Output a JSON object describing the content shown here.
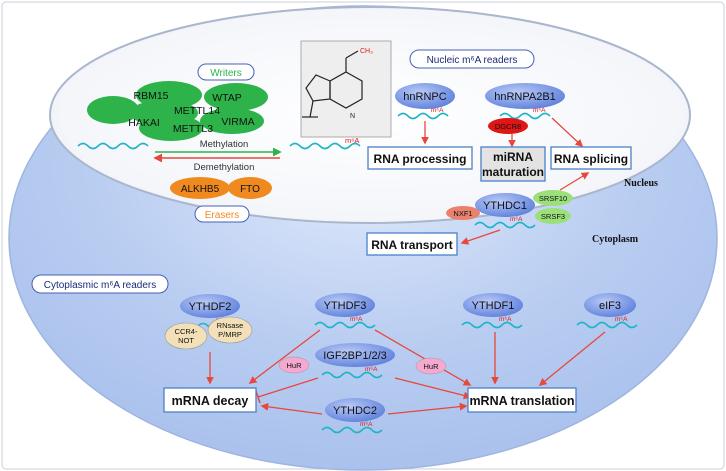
{
  "writers": {
    "title": "Writers",
    "proteins": [
      "RBM15",
      "WTAP",
      "METTL14",
      "HAKAI",
      "VIRMA",
      "METTL3"
    ]
  },
  "erasers": {
    "title": "Erasers",
    "proteins": [
      "ALKHB5",
      "FTO"
    ]
  },
  "reaction": {
    "methylation": "Methylation",
    "demethylation": "Demethylation",
    "mark": "m⁶A",
    "ch3": "CH₃"
  },
  "nucleus": {
    "label": "Nucleus",
    "readers_title": "Nucleic m⁶A readers",
    "readers": [
      "hnRNPC",
      "hnRNPA2B1",
      "YTHDC1"
    ],
    "partners": [
      "DGCR8",
      "SRSF10",
      "SRSF3",
      "NXF1"
    ],
    "outcomes": {
      "processing": "RNA processing",
      "mirna_line1": "miRNA",
      "mirna_line2": "maturation",
      "splicing": "RNA splicing",
      "transport": "RNA transport"
    }
  },
  "cytoplasm": {
    "label": "Cytoplasm",
    "readers_title": "Cytoplasmic m⁶A readers",
    "readers": [
      "YTHDF2",
      "YTHDF3",
      "YTHDF1",
      "eIF3",
      "IGF2BP1/2/3",
      "YTHDC2"
    ],
    "partners": {
      "ccr4_line1": "CCR4-",
      "ccr4_line2": "NOT",
      "rnase_line1": "RNsase",
      "rnase_line2": "P/MRP",
      "hur_left": "HuR",
      "hur_right": "HuR"
    },
    "outcomes": {
      "decay": "mRNA decay",
      "translation": "mRNA translation"
    }
  },
  "colors": {
    "writer_green": "#2db34a",
    "eraser_orange": "#f08a1e",
    "reader_blue": "#6f8fe0",
    "arrow_red": "#e8473b",
    "rna_teal": "#1fb4c8",
    "dgcr8_red": "#e01515",
    "nxf1_salmon": "#e9826c",
    "srsf_green": "#9be07a",
    "hur_pink": "#f5a9d0",
    "ccr4_tan": "#f3dfb8"
  }
}
